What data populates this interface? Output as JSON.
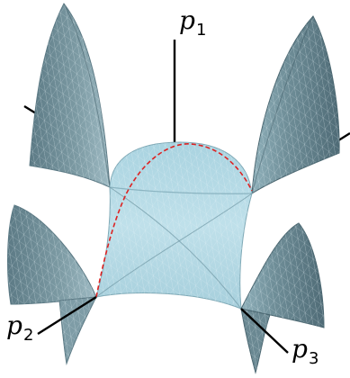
{
  "labels": {
    "p1": {
      "symbol": "p",
      "sub": "1"
    },
    "p2": {
      "symbol": "p",
      "sub": "2"
    },
    "p3": {
      "symbol": "p",
      "sub": "3"
    }
  },
  "colors": {
    "central_surface": "#b3d8e4",
    "outer_surfaces": "#6e8d97",
    "mesh_lines": "#e8f4f8",
    "curve": "#dd2222",
    "axes": "#000000"
  }
}
